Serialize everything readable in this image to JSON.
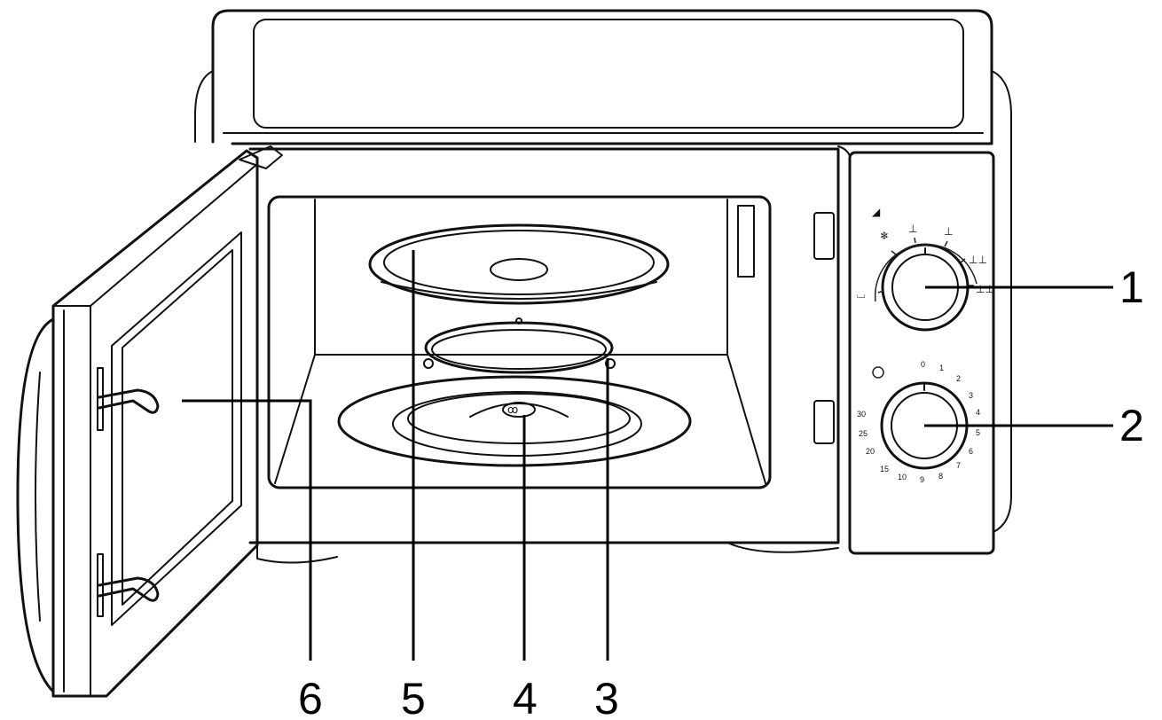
{
  "callouts": [
    {
      "id": "1",
      "label": "1"
    },
    {
      "id": "2",
      "label": "2"
    },
    {
      "id": "3",
      "label": "3"
    },
    {
      "id": "4",
      "label": "4"
    },
    {
      "id": "5",
      "label": "5"
    },
    {
      "id": "6",
      "label": "6"
    }
  ],
  "power_dial": {
    "icon": "power-level-icon",
    "settings_icons": [
      "defrost-icon",
      "low-power-icon",
      "medium-low-power-icon",
      "medium-power-icon",
      "medium-high-power-icon",
      "high-power-icon"
    ]
  },
  "timer_dial": {
    "icon": "timer-icon",
    "marks": [
      "0",
      "1",
      "2",
      "3",
      "4",
      "5",
      "6",
      "7",
      "8",
      "9",
      "10",
      "15",
      "20",
      "25",
      "30"
    ]
  },
  "colors": {
    "line": "#111111",
    "background": "#ffffff"
  }
}
